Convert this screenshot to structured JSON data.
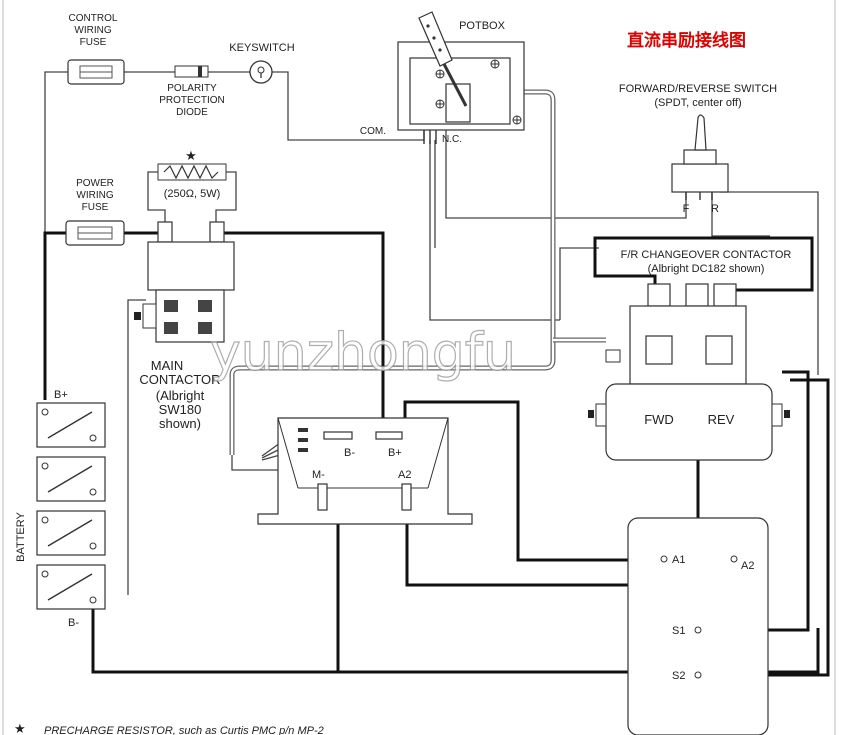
{
  "title_cn": "直流串励接线图",
  "watermark": "yunzhongfu",
  "labels": {
    "control_fuse": [
      "CONTROL",
      "WIRING",
      "FUSE"
    ],
    "diode": [
      "POLARITY",
      "PROTECTION",
      "DIODE"
    ],
    "keyswitch": "KEYSWITCH",
    "potbox": "POTBOX",
    "com": "COM.",
    "nc": "N.C.",
    "fr_switch": [
      "FORWARD/REVERSE SWITCH",
      "(SPDT, center off)"
    ],
    "f": "F",
    "r": "R",
    "precharge": "(250Ω, 5W)",
    "power_fuse": [
      "POWER",
      "WIRING",
      "FUSE"
    ],
    "main_contactor": [
      "MAIN",
      "CONTACTOR",
      "(Albright",
      "SW180",
      "shown)"
    ],
    "fr_contactor": [
      "F/R CHANGEOVER CONTACTOR",
      "(Albright DC182 shown)"
    ],
    "fwd": "FWD",
    "rev": "REV",
    "b_plus_batt": "B+",
    "b_minus_batt": "B-",
    "battery": "BATTERY",
    "ctrl_b_minus": "B-",
    "ctrl_b_plus": "B+",
    "ctrl_m_minus": "M-",
    "ctrl_a2": "A2",
    "motor_a1": "A1",
    "motor_a2": "A2",
    "motor_s1": "S1",
    "motor_s2": "S2",
    "footnote": "PRECHARGE RESISTOR, such as Curtis PMC p/n MP-2",
    "star": "★"
  }
}
